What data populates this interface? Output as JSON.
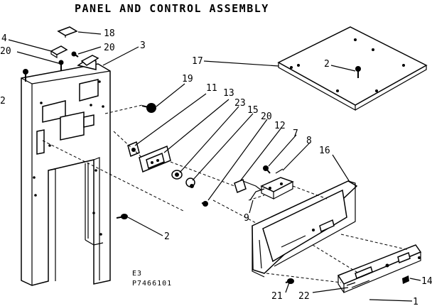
{
  "title": "PANEL AND CONTROL ASSEMBLY",
  "callouts": {
    "c1": "1",
    "c2a": "2",
    "c2b": "2",
    "c2c": "2",
    "c3": "3",
    "c4": "4",
    "c7": "7",
    "c8": "8",
    "c9": "9",
    "c11": "11",
    "c12": "12",
    "c13": "13",
    "c14": "14",
    "c15": "15",
    "c16": "16",
    "c17": "17",
    "c18": "18",
    "c19": "19",
    "c20a": "20",
    "c20b": "20",
    "c20c": "20",
    "c21": "21",
    "c22": "22",
    "c23": "23"
  },
  "codes": {
    "line1": "E3",
    "line2": "P7466101"
  }
}
